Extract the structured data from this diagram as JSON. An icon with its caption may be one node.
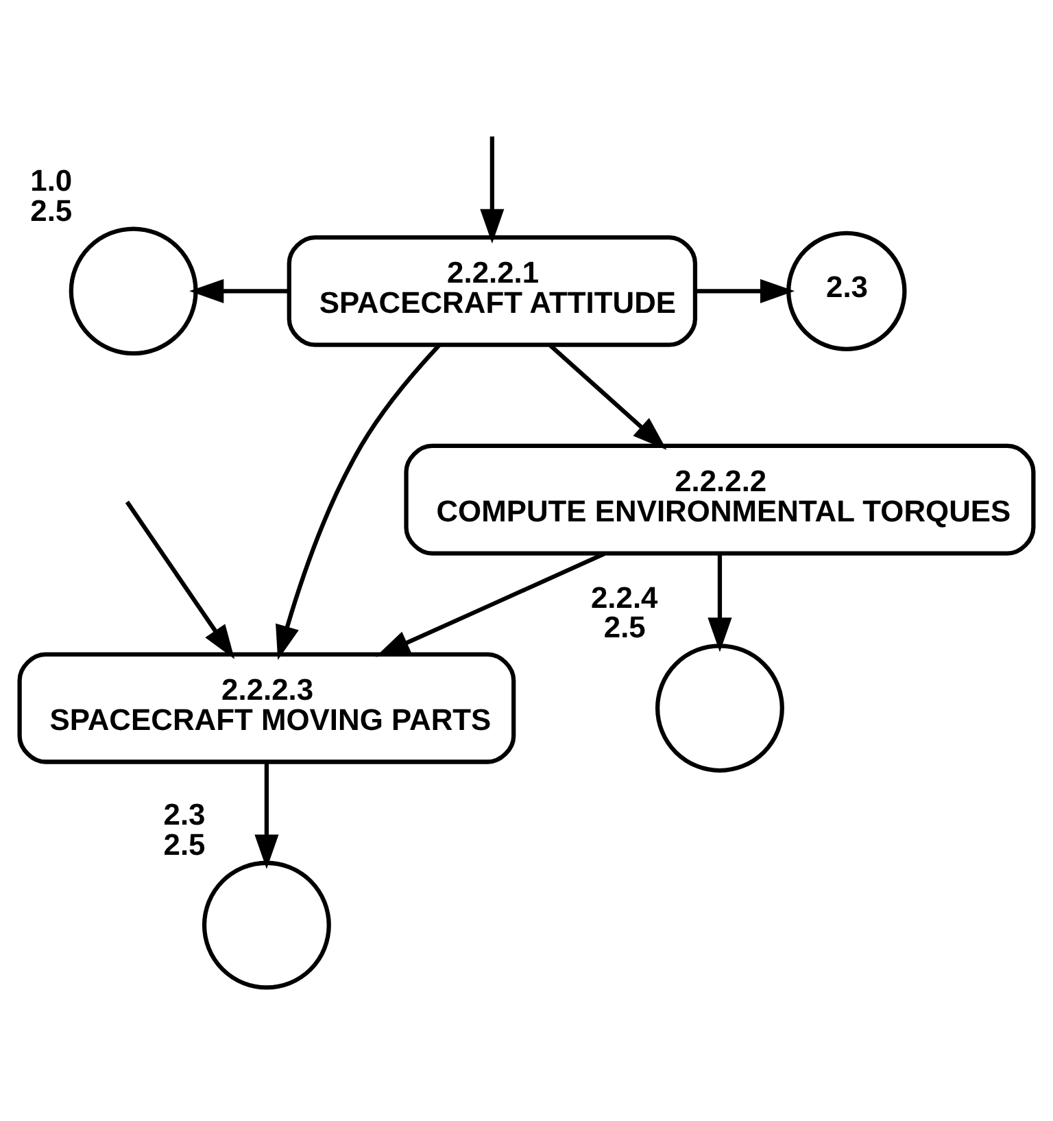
{
  "diagram": {
    "nodes": [
      {
        "text": [
          "2.2.2.1",
          "SPACECRAFT ATTITUDE"
        ]
      },
      {
        "text": [],
        "shape": "circle",
        "beside": [
          "1.0",
          "2.5"
        ]
      },
      {
        "text": [
          "2.3"
        ]
      },
      {
        "text": [
          "2.2.2.2",
          "COMPUTE ENVIRONMENTAL TORQUES"
        ]
      },
      {
        "text": [
          "2.2.2.3",
          "SPACECRAFT MOVING PARTS"
        ]
      },
      {
        "text": [],
        "shape": "circle",
        "beside": [
          "2.2.4",
          "2.5"
        ]
      },
      {
        "text": [],
        "shape": "circle",
        "beside": [
          "2.3",
          "2.5"
        ]
      }
    ],
    "edges": [
      {
        "from": null,
        "to": 0,
        "arrow": "to"
      },
      {
        "from": 0,
        "to": 1,
        "arrow": "to"
      },
      {
        "from": 0,
        "to": 2,
        "arrow": "to"
      },
      {
        "from": 0,
        "to": 3,
        "arrow": "to"
      },
      {
        "from": 0,
        "to": 4,
        "arrow": "to"
      },
      {
        "from": null,
        "to": 4,
        "arrow": "to"
      },
      {
        "from": 3,
        "to": 4,
        "arrow": "to"
      },
      {
        "from": 3,
        "to": 5,
        "arrow": "to"
      },
      {
        "from": 4,
        "to": 6,
        "arrow": "to"
      }
    ]
  }
}
